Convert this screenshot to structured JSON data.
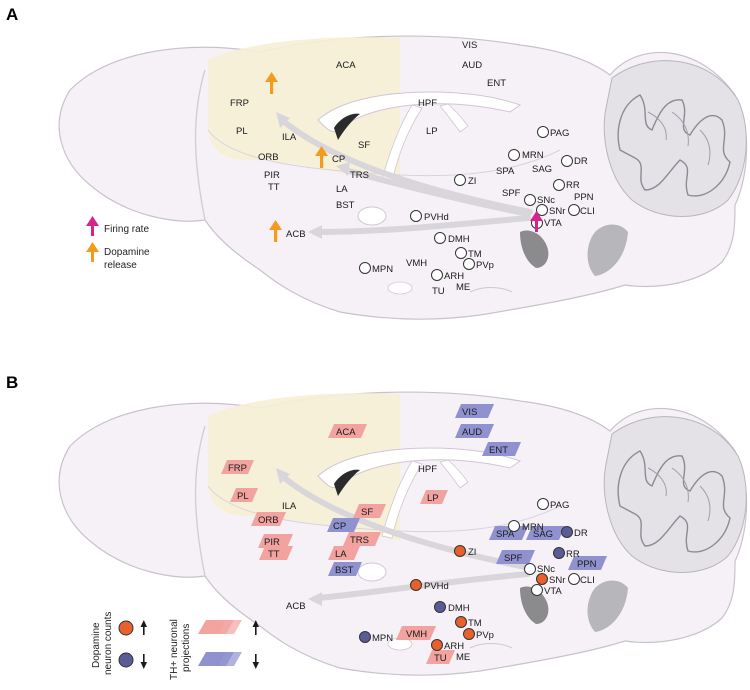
{
  "panel_a": {
    "letter": "A",
    "regions": {
      "VIS": "VIS",
      "AUD": "AUD",
      "ENT": "ENT",
      "ACA": "ACA",
      "FRP": "FRP",
      "PL": "PL",
      "ILA": "ILA",
      "ORB": "ORB",
      "PIR": "PIR",
      "TT": "TT",
      "HPF": "HPF",
      "LP": "LP",
      "SF": "SF",
      "CP": "CP",
      "TRS": "TRS",
      "LA": "LA",
      "BST": "BST",
      "ACB": "ACB",
      "PAG": "PAG",
      "MRN": "MRN",
      "DR": "DR",
      "SPA": "SPA",
      "SAG": "SAG",
      "ZI": "ZI",
      "RR": "RR",
      "SPF": "SPF",
      "SNc": "SNc",
      "PPN": "PPN",
      "SNr": "SNr",
      "CLI": "CLI",
      "PVHd": "PVHd",
      "VTA": "VTA",
      "DMH": "DMH",
      "TM": "TM",
      "VMH": "VMH",
      "PVp": "PVp",
      "MPN": "MPN",
      "ARH": "ARH",
      "ME": "ME",
      "TU": "TU"
    },
    "legend": {
      "firing_rate": "Firing rate",
      "dopamine_release_1": "Dopamine",
      "dopamine_release_2": "release"
    }
  },
  "panel_b": {
    "letter": "B",
    "regions": {
      "VIS": "VIS",
      "AUD": "AUD",
      "ENT": "ENT",
      "ACA": "ACA",
      "FRP": "FRP",
      "PL": "PL",
      "ILA": "ILA",
      "ORB": "ORB",
      "PIR": "PIR",
      "TT": "TT",
      "HPF": "HPF",
      "LP": "LP",
      "SF": "SF",
      "CP": "CP",
      "TRS": "TRS",
      "LA": "LA",
      "BST": "BST",
      "ACB": "ACB",
      "PAG": "PAG",
      "MRN": "MRN",
      "DR": "DR",
      "SPA": "SPA",
      "SAG": "SAG",
      "ZI": "ZI",
      "RR": "RR",
      "SPF": "SPF",
      "SNc": "SNc",
      "PPN": "PPN",
      "SNr": "SNr",
      "CLI": "CLI",
      "PVHd": "PVHd",
      "VTA": "VTA",
      "DMH": "DMH",
      "TM": "TM",
      "VMH": "VMH",
      "PVp": "PVp",
      "MPN": "MPN",
      "ARH": "ARH",
      "ME": "ME",
      "TU": "TU"
    },
    "legend": {
      "dopamine_counts_1": "Dopamine",
      "dopamine_counts_2": "neuron counts",
      "th_projections_1": "TH+ neuronal",
      "th_projections_2": "projections"
    }
  },
  "colors": {
    "orange_up": "#e8602c",
    "purple_down": "#5b5b98",
    "pink_projection": "#f2a3a0",
    "blue_projection": "#8f92cf",
    "magenta_arrow": "#d6248b",
    "orange_arrow": "#f39b1f",
    "cortex_tint": "#f6efd6",
    "brain_fill": "#f6f1f6"
  },
  "icons": {
    "up": "up-arrow-icon",
    "down": "down-arrow-icon"
  }
}
